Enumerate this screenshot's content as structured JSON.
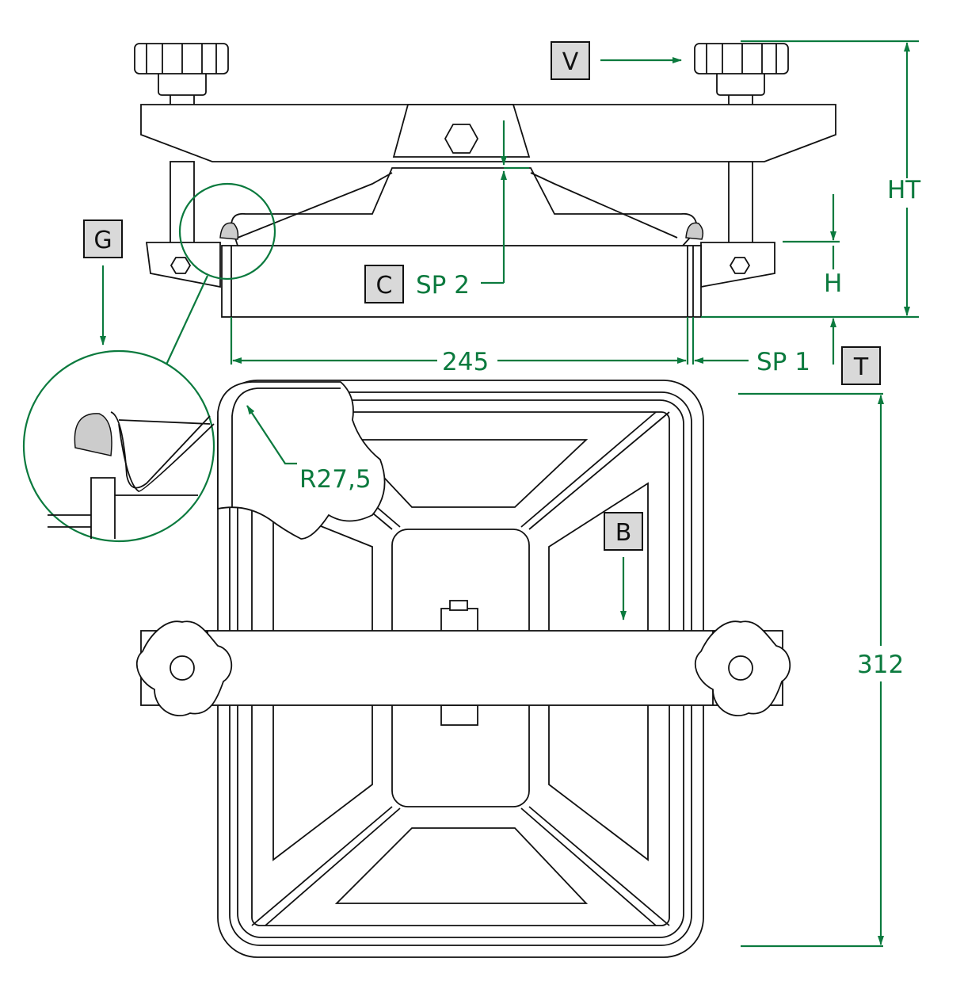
{
  "colors": {
    "dimension": "#0b7a3e",
    "label_box": "#d9d9d9",
    "line": "#111111"
  },
  "labels": {
    "V": "V",
    "G": "G",
    "C": "C",
    "T": "T",
    "B": "B"
  },
  "dimensions": {
    "ht": "HT",
    "h": "H",
    "sp2": "SP 2",
    "sp1": "SP 1",
    "width": "245",
    "height": "312",
    "radius": "R27,5"
  }
}
